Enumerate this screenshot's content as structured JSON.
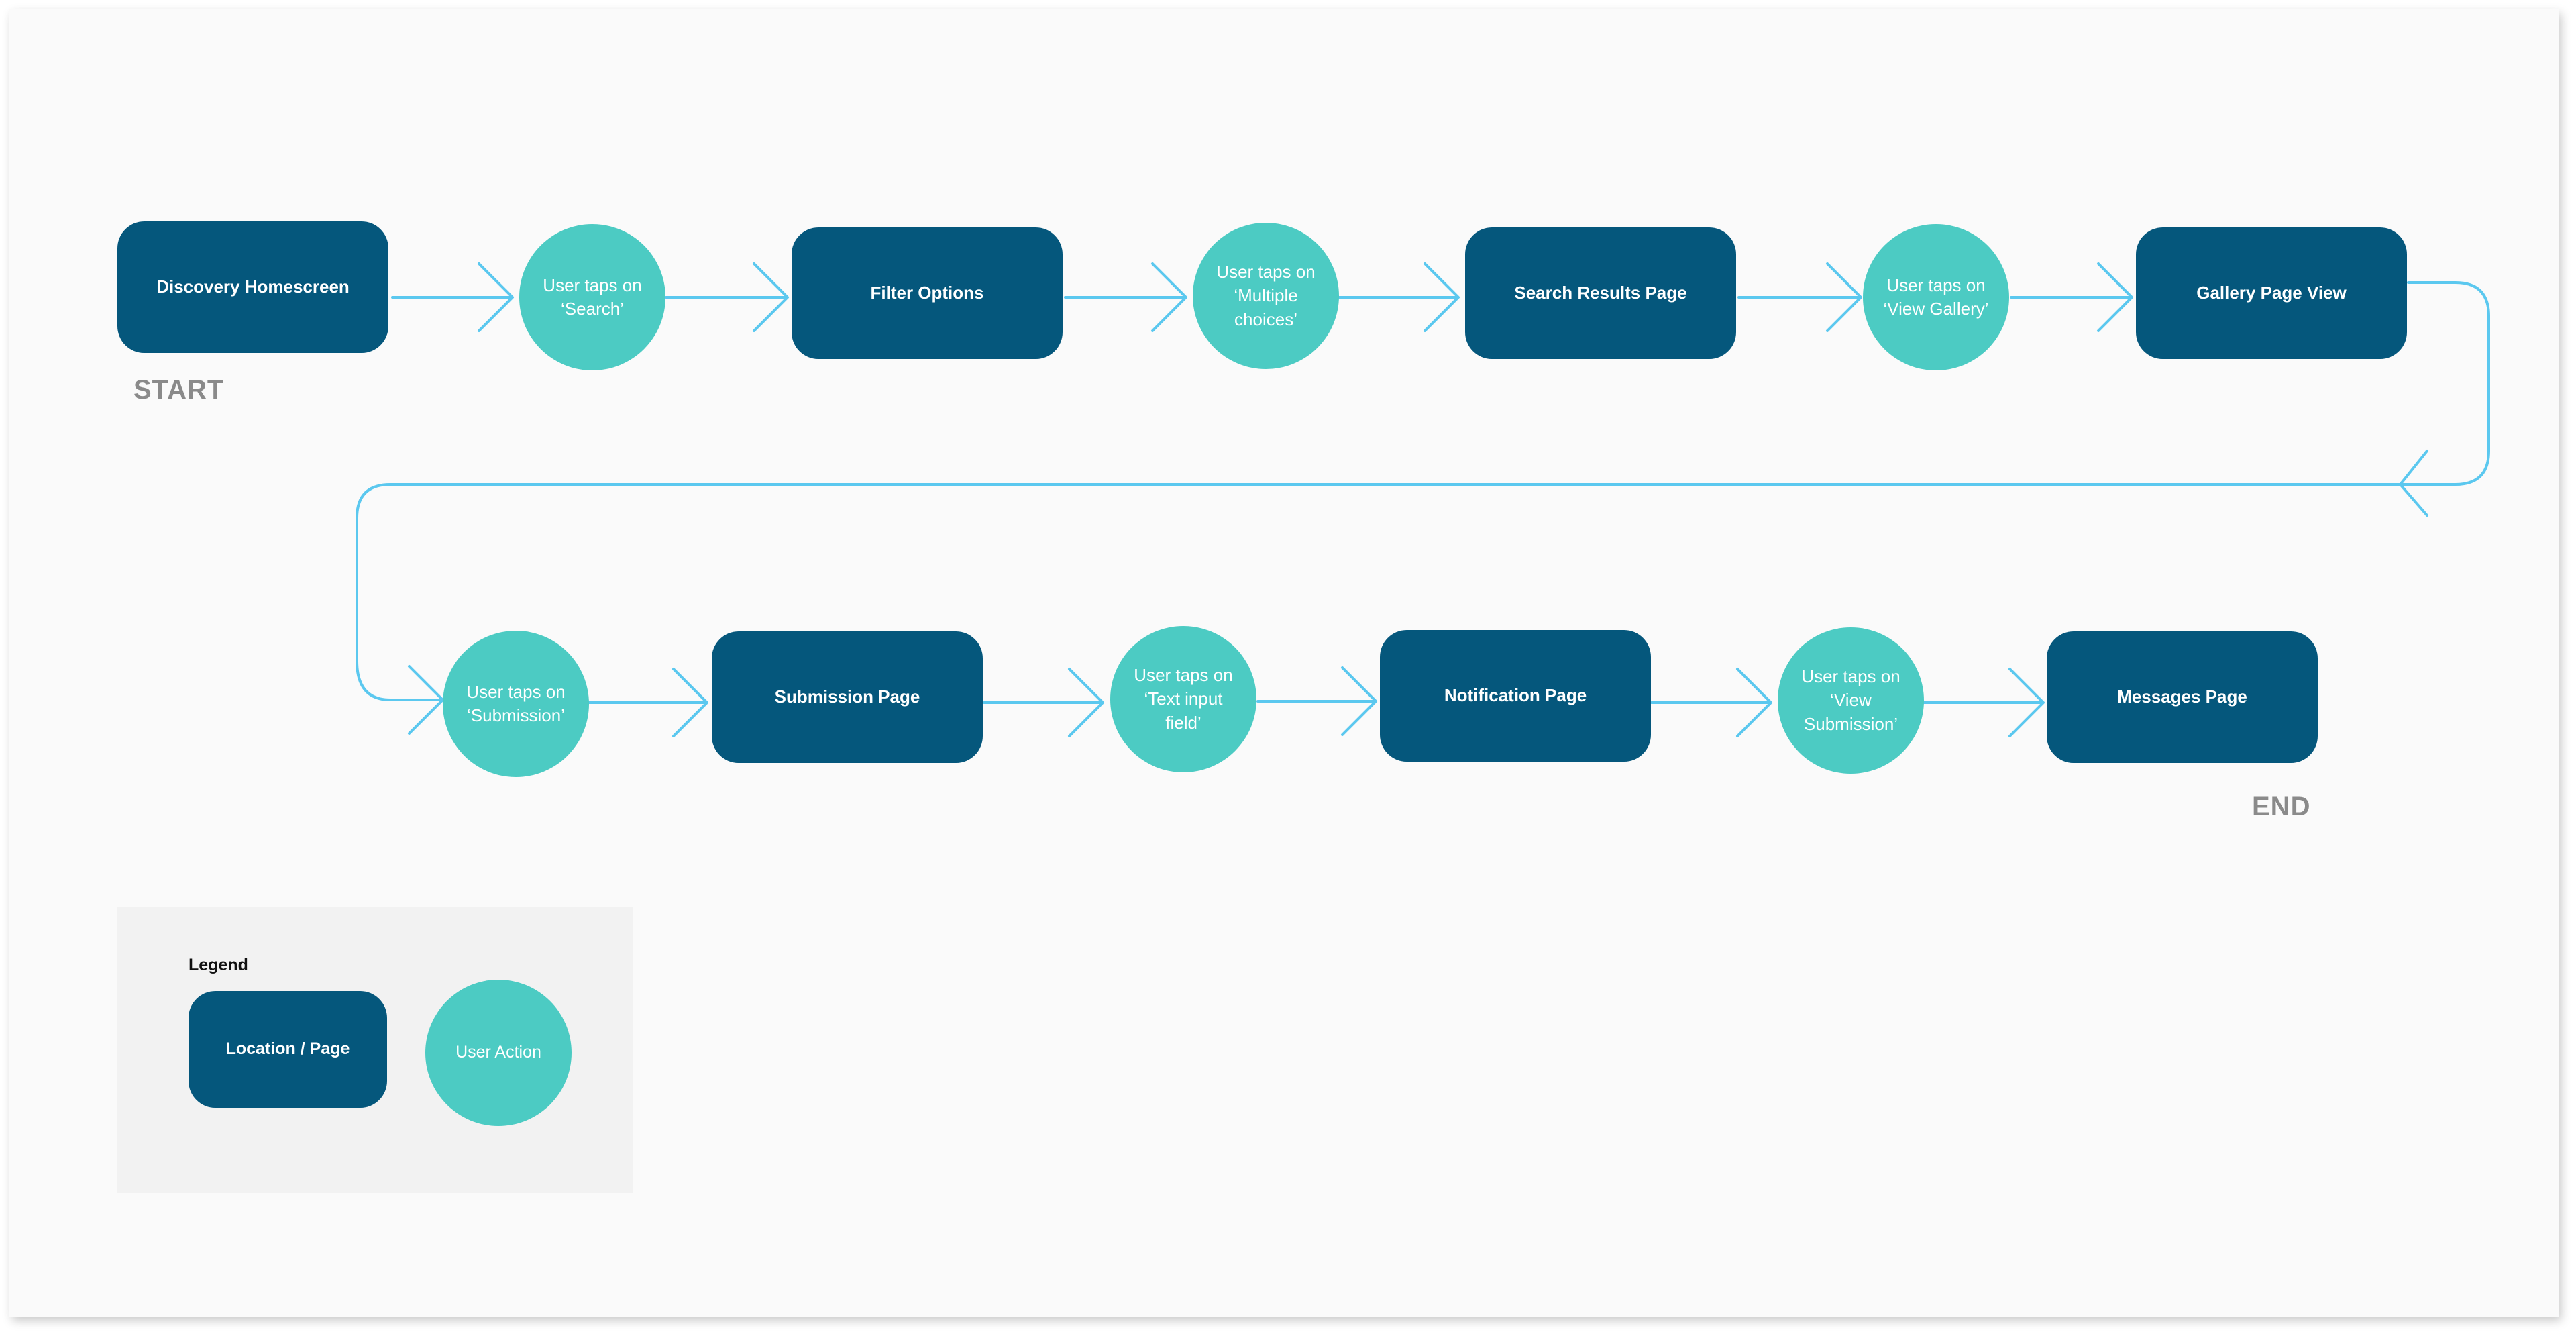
{
  "colors": {
    "page_node": "#05577c",
    "action_node": "#4ccbc3",
    "connector": "#5bc8ef",
    "marker_text": "#8a8a8a",
    "legend_bg": "#f2f2f2"
  },
  "markers": {
    "start": "START",
    "end": "END"
  },
  "flow": {
    "row1": [
      {
        "type": "page",
        "label": "Discovery Homescreen"
      },
      {
        "type": "action",
        "label": "User taps on ‘Search’"
      },
      {
        "type": "page",
        "label": "Filter Options"
      },
      {
        "type": "action",
        "label": "User taps on ‘Multiple choices’"
      },
      {
        "type": "page",
        "label": "Search Results Page"
      },
      {
        "type": "action",
        "label": "User taps on ‘View Gallery’"
      },
      {
        "type": "page",
        "label": "Gallery Page View"
      }
    ],
    "row2": [
      {
        "type": "action",
        "label": "User taps on ‘Submission’"
      },
      {
        "type": "page",
        "label": "Submission Page"
      },
      {
        "type": "action",
        "label": "User taps on ‘Text input field’"
      },
      {
        "type": "page",
        "label": "Notification Page"
      },
      {
        "type": "action",
        "label": "User taps on ‘View Submission’"
      },
      {
        "type": "page",
        "label": "Messages Page"
      }
    ]
  },
  "legend": {
    "title": "Legend",
    "page_label": "Location / Page",
    "action_label": "User Action"
  }
}
